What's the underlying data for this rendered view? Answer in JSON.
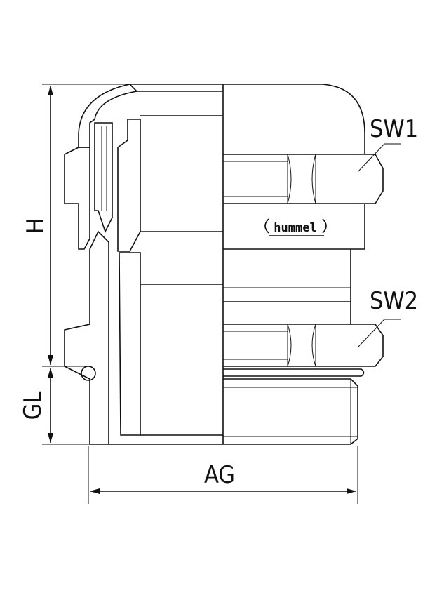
{
  "drawing": {
    "title": "Cable gland dimension drawing",
    "labels": {
      "h": "H",
      "gl": "GL",
      "ag": "AG",
      "sw1": "SW1",
      "sw2": "SW2"
    },
    "logo_text": "hummel"
  }
}
